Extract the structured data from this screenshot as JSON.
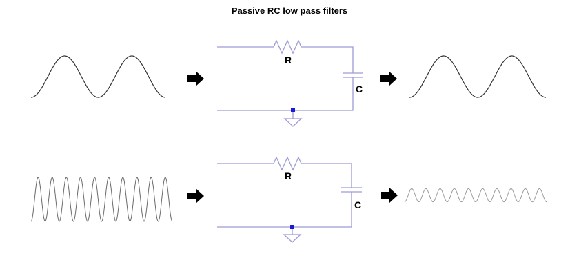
{
  "title": "Passive RC low pass filters",
  "colors": {
    "wire": "#9c9cd6",
    "node": "#1a1ad8",
    "signal": "#333333",
    "signal_attenuated": "#9a9a9a",
    "arrow": "#000000"
  },
  "rows": [
    {
      "input_signal": {
        "frequency": "low",
        "cycles": 2
      },
      "circuit": {
        "resistor_label": "R",
        "capacitor_label": "C"
      },
      "output_signal": {
        "frequency": "low",
        "cycles": 2,
        "relative_amplitude": 1.0
      }
    },
    {
      "input_signal": {
        "frequency": "high",
        "cycles": 10
      },
      "circuit": {
        "resistor_label": "R",
        "capacitor_label": "C"
      },
      "output_signal": {
        "frequency": "high",
        "cycles": 10,
        "relative_amplitude": 0.3
      }
    }
  ]
}
